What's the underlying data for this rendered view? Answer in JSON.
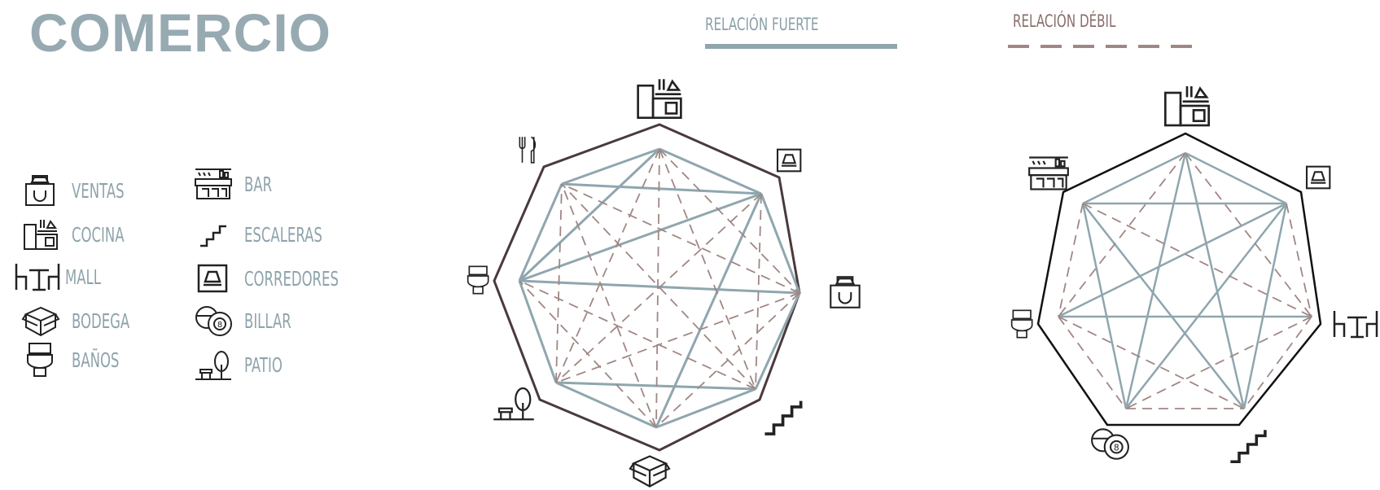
{
  "title": "COMERCIO",
  "legend_relations": {
    "strong_label": "RELACIÓN FUERTE",
    "weak_label": "RELACIÓN DÉBIL",
    "strong_color": "#8fa6ae",
    "weak_color": "#a08784"
  },
  "legend_items": [
    {
      "label": "VENTAS",
      "icon": "shopping-bag-icon"
    },
    {
      "label": "COCINA",
      "icon": "kitchen-icon"
    },
    {
      "label": "MALL",
      "icon": "table-chairs-icon"
    },
    {
      "label": "BODEGA",
      "icon": "box-icon"
    },
    {
      "label": "BAÑOS",
      "icon": "toilet-icon"
    },
    {
      "label": "BAR",
      "icon": "bar-counter-icon"
    },
    {
      "label": "ESCALERAS",
      "icon": "stairs-icon"
    },
    {
      "label": "CORREDORES",
      "icon": "corridor-icon"
    },
    {
      "label": "BILLAR",
      "icon": "billiard-balls-icon"
    },
    {
      "label": "PATIO",
      "icon": "patio-bench-tree-icon"
    }
  ],
  "diagrams": [
    {
      "name": "left",
      "outline_color": "#4a3a3c",
      "nodes": [
        "kitchen-icon",
        "corridor-icon",
        "shopping-bag-icon",
        "stairs-icon",
        "box-icon",
        "patio-bench-tree-icon",
        "toilet-icon",
        "utensils-icon"
      ]
    },
    {
      "name": "right",
      "outline_color": "#111111",
      "nodes": [
        "kitchen-icon",
        "corridor-icon",
        "table-chairs-icon",
        "stairs-icon",
        "billiard-balls-icon",
        "toilet-icon",
        "bar-counter-icon"
      ]
    }
  ]
}
